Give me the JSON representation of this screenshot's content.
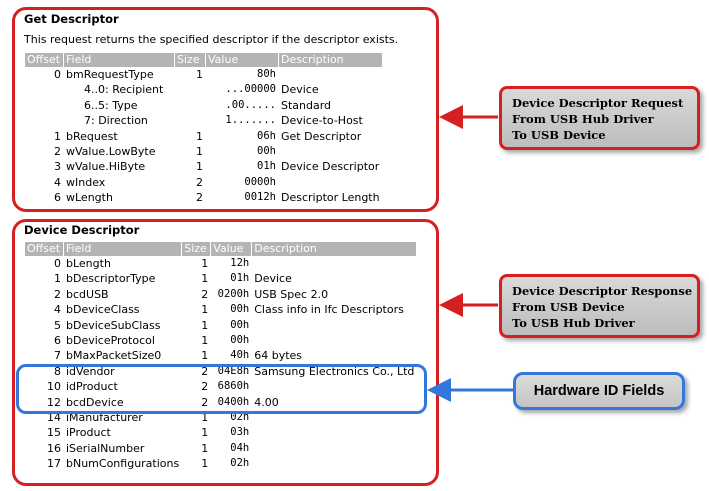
{
  "get_descriptor": {
    "title": "Get Descriptor",
    "description": "This request returns the specified descriptor if the descriptor exists.",
    "headers": [
      "Offset",
      "Field",
      "Size",
      "Value",
      "Description"
    ],
    "rows": [
      {
        "offset": "0",
        "field": "bmRequestType",
        "size": "1",
        "value": "80h",
        "desc": ""
      },
      {
        "offset": "",
        "field": "4..0: Recipient",
        "size": "",
        "value": "...00000",
        "desc": "Device"
      },
      {
        "offset": "",
        "field": "6..5: Type",
        "size": "",
        "value": ".00.....",
        "desc": "Standard"
      },
      {
        "offset": "",
        "field": "7: Direction",
        "size": "",
        "value": "1.......",
        "desc": "Device-to-Host"
      },
      {
        "offset": "1",
        "field": "bRequest",
        "size": "1",
        "value": "06h",
        "desc": "Get Descriptor"
      },
      {
        "offset": "2",
        "field": "wValue.LowByte",
        "size": "1",
        "value": "00h",
        "desc": ""
      },
      {
        "offset": "3",
        "field": "wValue.HiByte",
        "size": "1",
        "value": "01h",
        "desc": "Device Descriptor"
      },
      {
        "offset": "4",
        "field": "wIndex",
        "size": "2",
        "value": "0000h",
        "desc": ""
      },
      {
        "offset": "6",
        "field": "wLength",
        "size": "2",
        "value": "0012h",
        "desc": "Descriptor Length"
      }
    ]
  },
  "device_descriptor": {
    "title": "Device Descriptor",
    "headers": [
      "Offset",
      "Field",
      "Size",
      "Value",
      "Description"
    ],
    "rows": [
      {
        "offset": "0",
        "field": "bLength",
        "size": "1",
        "value": "12h",
        "desc": ""
      },
      {
        "offset": "1",
        "field": "bDescriptorType",
        "size": "1",
        "value": "01h",
        "desc": "Device"
      },
      {
        "offset": "2",
        "field": "bcdUSB",
        "size": "2",
        "value": "0200h",
        "desc": "USB Spec 2.0"
      },
      {
        "offset": "4",
        "field": "bDeviceClass",
        "size": "1",
        "value": "00h",
        "desc": "Class info in Ifc Descriptors"
      },
      {
        "offset": "5",
        "field": "bDeviceSubClass",
        "size": "1",
        "value": "00h",
        "desc": ""
      },
      {
        "offset": "6",
        "field": "bDeviceProtocol",
        "size": "1",
        "value": "00h",
        "desc": ""
      },
      {
        "offset": "7",
        "field": "bMaxPacketSize0",
        "size": "1",
        "value": "40h",
        "desc": "64 bytes"
      },
      {
        "offset": "8",
        "field": "idVendor",
        "size": "2",
        "value": "04E8h",
        "desc": "Samsung Electronics Co., Ltd"
      },
      {
        "offset": "10",
        "field": "idProduct",
        "size": "2",
        "value": "6860h",
        "desc": ""
      },
      {
        "offset": "12",
        "field": "bcdDevice",
        "size": "2",
        "value": "0400h",
        "desc": "4.00"
      },
      {
        "offset": "14",
        "field": "iManufacturer",
        "size": "1",
        "value": "02h",
        "desc": ""
      },
      {
        "offset": "15",
        "field": "iProduct",
        "size": "1",
        "value": "03h",
        "desc": ""
      },
      {
        "offset": "16",
        "field": "iSerialNumber",
        "size": "1",
        "value": "04h",
        "desc": ""
      },
      {
        "offset": "17",
        "field": "bNumConfigurations",
        "size": "1",
        "value": "02h",
        "desc": ""
      }
    ]
  },
  "callouts": {
    "request": [
      "Device Descriptor Request",
      "From USB Hub Driver",
      "To USB Device"
    ],
    "response": [
      "Device Descriptor Response",
      "From USB Device",
      "To USB Hub Driver"
    ],
    "hardware_id": "Hardware ID Fields"
  },
  "colors": {
    "frame_red": "#d42020",
    "frame_blue": "#3377dd",
    "header_gray": "#b4b4b4",
    "callout_gray": "#c8c8c8"
  }
}
